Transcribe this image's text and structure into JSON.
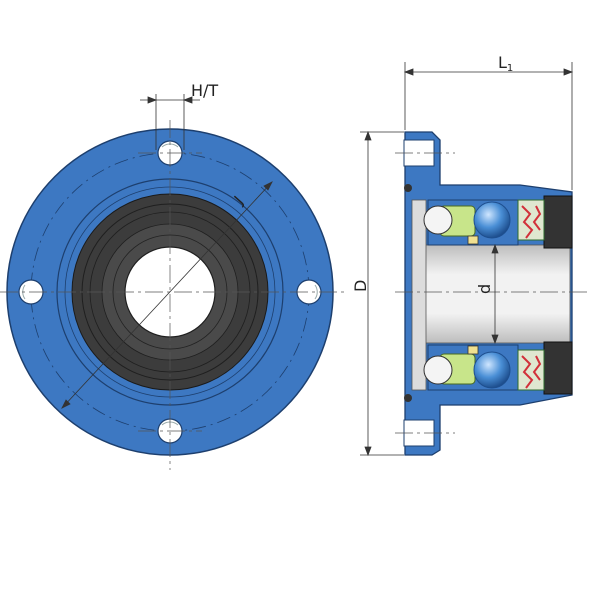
{
  "labels": {
    "bolt_hole": "H/T",
    "pitch_circle": "J",
    "length": "L",
    "length_sub": "1",
    "outer_diameter": "D",
    "bore": "d"
  },
  "colors": {
    "housing_blue": "#3d78c2",
    "housing_edge": "#1d3f6e",
    "seal_dark": "#3c3c3c",
    "bore_white": "#ffffff",
    "ball_blue": "#4a8fd6",
    "cage_green": "#c8e58a",
    "seal_red": "#d1303a",
    "bearing_grey": "#d9d9d9",
    "dimension_line": "#333333"
  }
}
